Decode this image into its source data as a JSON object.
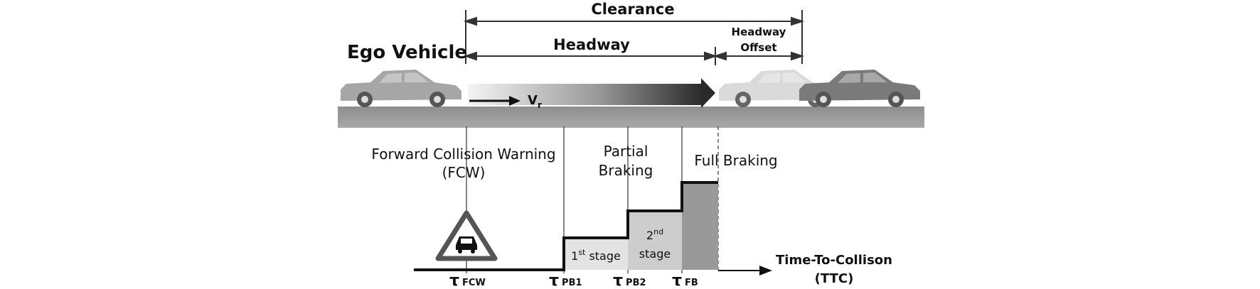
{
  "labels": {
    "clearance": "Clearance",
    "headway": "Headway",
    "headway_offset_line1": "Headway",
    "headway_offset_line2": "Offset",
    "ego_vehicle": "Ego Vehicle",
    "velocity": "V",
    "velocity_sub": "r",
    "fcw_line1": "Forward Collision Warning",
    "fcw_line2": "(FCW)",
    "partial_line1": "Partial",
    "partial_line2": "Braking",
    "full_braking": "Full Braking",
    "stage1_num": "1",
    "stage1_sup": "st",
    "stage1_word": " stage",
    "stage2_num": "2",
    "stage2_sup": "nd",
    "stage2_word": "stage",
    "axis_line1": "Time-To-Collison",
    "axis_line2": "(TTC)"
  },
  "ticks": [
    {
      "sym": "τ",
      "sub": "FCW"
    },
    {
      "sym": "τ",
      "sub": "PB1"
    },
    {
      "sym": "τ",
      "sub": "PB2"
    },
    {
      "sym": "τ",
      "sub": "FB"
    }
  ],
  "colors": {
    "ego_car": "#a6a6a6",
    "ghost_car": "#d6d6d6",
    "lead_car": "#7a7a7a",
    "road": "#9a9a9a",
    "stage1_fill": "#e3e3e3",
    "stage2_fill": "#cdcdcd",
    "full_fill": "#999999",
    "warning_border": "#555555"
  },
  "icons": [
    "warning-triangle-car-icon"
  ]
}
